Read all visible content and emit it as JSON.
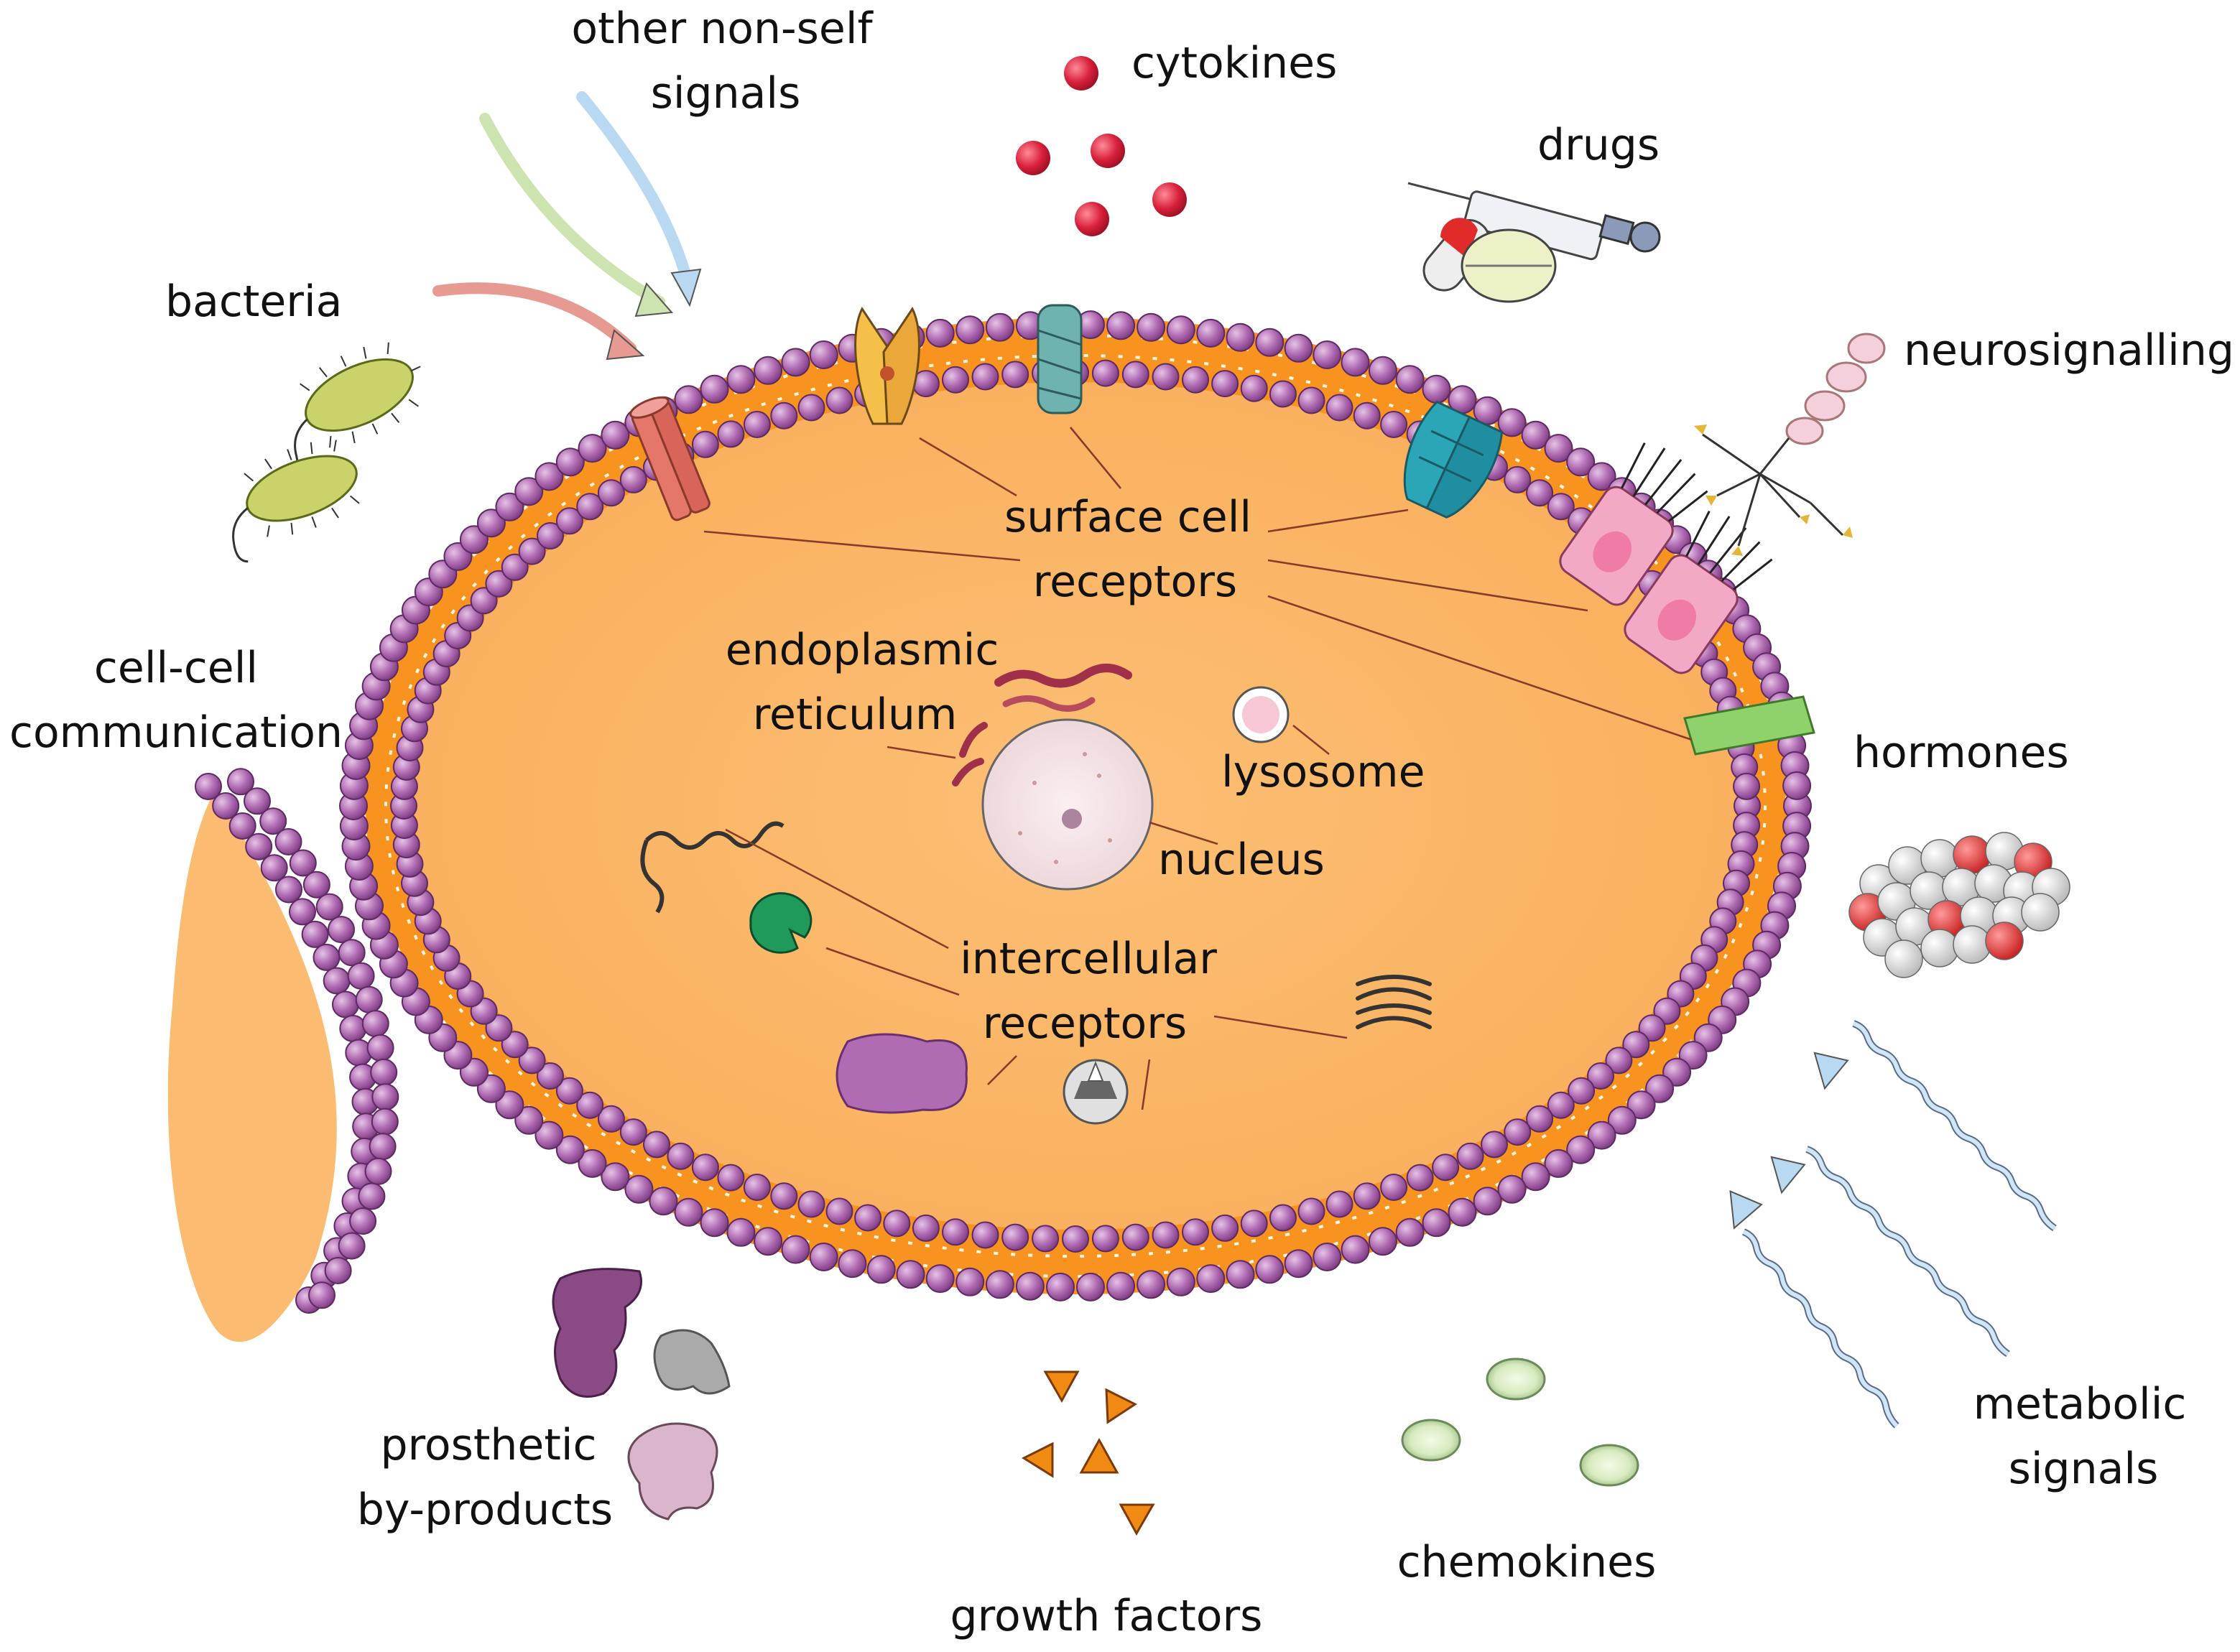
{
  "labels": {
    "other_nonself_l1": "other non-self",
    "other_nonself_l2": "signals",
    "cytokines": "cytokines",
    "drugs": "drugs",
    "neurosignalling": "neurosignalling",
    "bacteria": "bacteria",
    "surface_l1": "surface cell",
    "surface_l2": "receptors",
    "er_l1": "endoplasmic",
    "er_l2": "reticulum",
    "lysosome": "lysosome",
    "nucleus": "nucleus",
    "cellcell_l1": "cell-cell",
    "cellcell_l2": "communication",
    "hormones": "hormones",
    "intercellular_l1": "intercellular",
    "intercellular_l2": "receptors",
    "prosthetic_l1": "prosthetic",
    "prosthetic_l2": "by-products",
    "growth_factors": "growth factors",
    "chemokines": "chemokines",
    "metabolic_l1": "metabolic",
    "metabolic_l2": "signals"
  },
  "colors": {
    "cytoplasm": "#fbb768",
    "membrane_core": "#f7931e",
    "phospholipid_head": "#a55aa8",
    "cytokine": "#d8203a",
    "growth_factor": "#f08a12",
    "chemokine": "#cfe6b4",
    "bacteria": "#c9d36a",
    "hormone_receptor": "#8fd16a",
    "leader_line": "#8a3a2a",
    "arrow_blue": "#b9d9f2",
    "arrow_green": "#cde3b0",
    "arrow_red": "#e79a92"
  },
  "icons": [
    "bacteria-icon",
    "syringe-icon",
    "pill-icon",
    "neuron-icon",
    "hormone-molecule-icon",
    "cytokine-icon",
    "growth-factor-icon",
    "chemokine-icon",
    "protein-icon",
    "nucleus-icon",
    "lysosome-icon",
    "er-icon",
    "receptor-icon",
    "wave-arrow-icon"
  ]
}
